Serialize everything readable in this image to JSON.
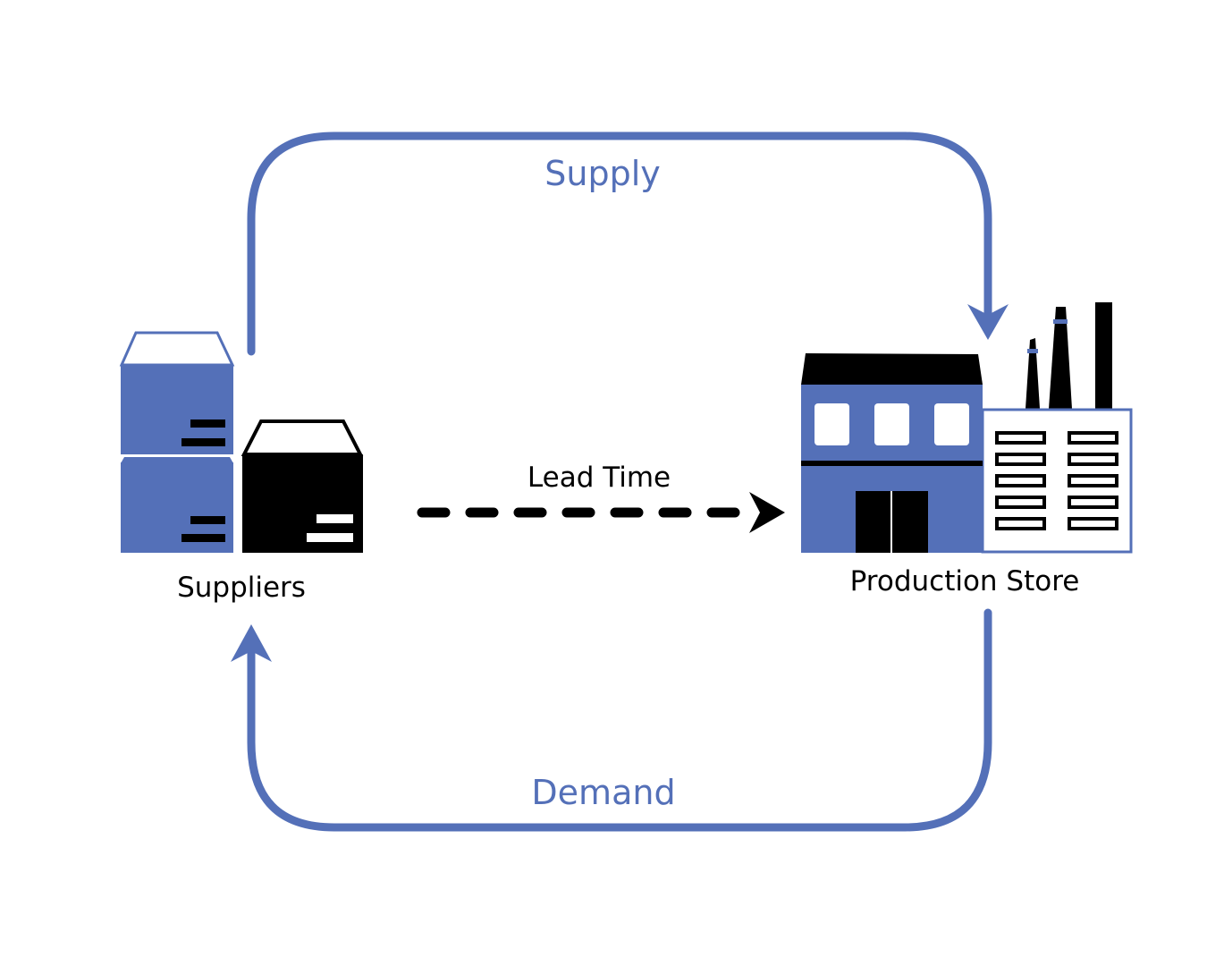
{
  "colors": {
    "accent": "#5470b8",
    "ink": "#000000",
    "paper": "#ffffff"
  },
  "flows": {
    "supply": {
      "label": "Supply",
      "direction": "Suppliers -> Production Store"
    },
    "demand": {
      "label": "Demand",
      "direction": "Production Store -> Suppliers"
    },
    "lead_time": {
      "label": "Lead Time",
      "style": "dashed",
      "direction": "Suppliers -> Production Store"
    }
  },
  "nodes": {
    "suppliers": {
      "label": "Suppliers",
      "icon": "stacked-boxes-icon"
    },
    "production_store": {
      "label": "Production Store",
      "icon": "factory-icon"
    }
  }
}
